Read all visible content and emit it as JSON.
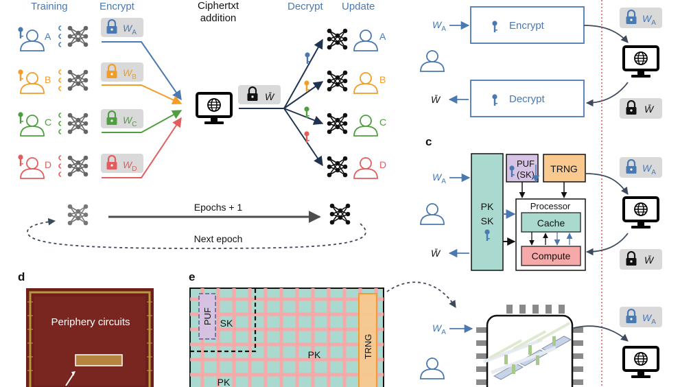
{
  "panel_a": {
    "headers": {
      "training": "Training",
      "encrypt": "Encrypt",
      "cipher_line1": "Ciphertxt",
      "cipher_line2": "addition",
      "decrypt": "Decrypt",
      "update": "Update"
    },
    "clients": [
      {
        "id": "A",
        "weight": "W",
        "sub": "A",
        "color": "#4a78b0"
      },
      {
        "id": "B",
        "weight": "W",
        "sub": "B",
        "color": "#f39c27"
      },
      {
        "id": "C",
        "weight": "W",
        "sub": "C",
        "color": "#4f9e3f"
      },
      {
        "id": "D",
        "weight": "W",
        "sub": "D",
        "color": "#e25d5d"
      }
    ],
    "aggregate_weight": "W̄",
    "epochs_label": "Epochs + 1",
    "next_epoch_label": "Next epoch"
  },
  "panel_b": {
    "input_weight": "W",
    "input_sub": "A",
    "encrypt_label": "Encrypt",
    "decrypt_label": "Decrypt",
    "output_weight": "W̄",
    "server_in_weight": "W",
    "server_in_sub": "A",
    "server_out_weight": "W̄"
  },
  "panel_c": {
    "letter": "c",
    "pk_label": "PK",
    "sk_label": "SK",
    "puf_line1": "PUF",
    "puf_line2": "(SK)",
    "trng_label": "TRNG",
    "processor_label": "Processor",
    "cache_label": "Cache",
    "compute_label": "Compute",
    "input_weight": "W",
    "input_sub": "A",
    "output_weight": "W̄",
    "server_in_weight": "W",
    "server_in_sub": "A",
    "server_out_weight": "W̄"
  },
  "panel_d": {
    "letter": "d",
    "periphery_label": "Periphery circuits"
  },
  "panel_e": {
    "letter": "e",
    "puf_label": "PUF",
    "sk_label": "SK",
    "pk_label": "PK",
    "pk_bottom_label": "PK",
    "trng_label": "TRNG"
  },
  "panel_f": {
    "input_weight": "W",
    "input_sub": "A",
    "server_in_weight": "W",
    "server_in_sub": "A"
  },
  "colors": {
    "blue": "#4a78b0",
    "orange": "#f39c27",
    "green": "#4f9e3f",
    "red": "#e25d5d",
    "teal": "#a9d9cf",
    "pink": "#f6a9a9",
    "gray_box": "#d9d9d9",
    "divider": "#d9534f"
  }
}
